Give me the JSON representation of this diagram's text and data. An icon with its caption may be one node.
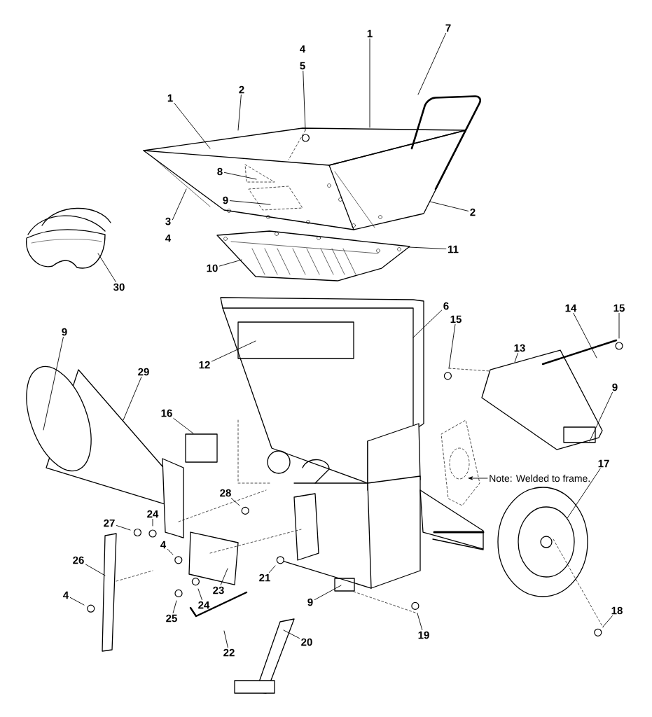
{
  "diagram": {
    "nodes": [
      {
        "text": [
          "1"
        ]
      },
      {
        "text": [
          "2"
        ]
      },
      {
        "text": [
          "4",
          "5"
        ]
      },
      {
        "text": [
          "1"
        ]
      },
      {
        "text": [
          "7"
        ]
      },
      {
        "text": [
          "8"
        ]
      },
      {
        "text": [
          "9"
        ]
      },
      {
        "text": [
          "3",
          "4"
        ]
      },
      {
        "text": [
          "2"
        ]
      },
      {
        "text": [
          "11"
        ]
      },
      {
        "text": [
          "10"
        ]
      },
      {
        "text": [
          "30"
        ]
      },
      {
        "text": [
          "6"
        ]
      },
      {
        "text": [
          "9"
        ]
      },
      {
        "text": [
          "29"
        ]
      },
      {
        "text": [
          "12"
        ]
      },
      {
        "text": [
          "15"
        ]
      },
      {
        "text": [
          "13"
        ]
      },
      {
        "text": [
          "14"
        ]
      },
      {
        "text": [
          "15"
        ]
      },
      {
        "text": [
          "9"
        ]
      },
      {
        "text": [
          "16"
        ]
      },
      {
        "text": [
          "Note: Welded to frame."
        ]
      },
      {
        "text": [
          "17"
        ]
      },
      {
        "text": [
          "28"
        ]
      },
      {
        "text": [
          "24"
        ]
      },
      {
        "text": [
          "27"
        ]
      },
      {
        "text": [
          "4"
        ]
      },
      {
        "text": [
          "26"
        ]
      },
      {
        "text": [
          "21"
        ]
      },
      {
        "text": [
          "23"
        ]
      },
      {
        "text": [
          "24"
        ]
      },
      {
        "text": [
          "4"
        ]
      },
      {
        "text": [
          "18"
        ]
      },
      {
        "text": [
          "25"
        ]
      },
      {
        "text": [
          "9"
        ]
      },
      {
        "text": [
          "19"
        ]
      },
      {
        "text": [
          "22"
        ]
      },
      {
        "text": [
          "20"
        ]
      }
    ],
    "edges": [
      {
        "from": 0,
        "to": null,
        "arrow": "none"
      },
      {
        "from": 1,
        "to": null,
        "arrow": "none"
      },
      {
        "from": 2,
        "to": null,
        "arrow": "none"
      },
      {
        "from": 3,
        "to": null,
        "arrow": "none"
      },
      {
        "from": 4,
        "to": null,
        "arrow": "none"
      },
      {
        "from": 5,
        "to": null,
        "arrow": "none"
      },
      {
        "from": 6,
        "to": null,
        "arrow": "none"
      },
      {
        "from": 7,
        "to": null,
        "arrow": "none"
      },
      {
        "from": 8,
        "to": null,
        "arrow": "none"
      },
      {
        "from": 9,
        "to": null,
        "arrow": "none"
      },
      {
        "from": 10,
        "to": null,
        "arrow": "none"
      },
      {
        "from": 11,
        "to": null,
        "arrow": "none"
      },
      {
        "from": 12,
        "to": null,
        "arrow": "none"
      },
      {
        "from": 13,
        "to": null,
        "arrow": "none"
      },
      {
        "from": 14,
        "to": null,
        "arrow": "none"
      },
      {
        "from": 15,
        "to": null,
        "arrow": "none"
      },
      {
        "from": 16,
        "to": null,
        "arrow": "none"
      },
      {
        "from": 17,
        "to": null,
        "arrow": "none"
      },
      {
        "from": 18,
        "to": null,
        "arrow": "none"
      },
      {
        "from": 19,
        "to": null,
        "arrow": "none"
      },
      {
        "from": 20,
        "to": null,
        "arrow": "none"
      },
      {
        "from": 21,
        "to": null,
        "arrow": "none"
      },
      {
        "from": 22,
        "to": null,
        "arrow": "to"
      },
      {
        "from": 23,
        "to": null,
        "arrow": "none"
      },
      {
        "from": 24,
        "to": null,
        "arrow": "none"
      },
      {
        "from": 25,
        "to": null,
        "arrow": "none"
      },
      {
        "from": 26,
        "to": null,
        "arrow": "none"
      },
      {
        "from": 27,
        "to": null,
        "arrow": "none"
      },
      {
        "from": 28,
        "to": null,
        "arrow": "none"
      },
      {
        "from": 29,
        "to": null,
        "arrow": "none"
      },
      {
        "from": 30,
        "to": null,
        "arrow": "none"
      },
      {
        "from": 31,
        "to": null,
        "arrow": "none"
      },
      {
        "from": 32,
        "to": null,
        "arrow": "none"
      },
      {
        "from": 33,
        "to": null,
        "arrow": "none"
      },
      {
        "from": 34,
        "to": null,
        "arrow": "none"
      },
      {
        "from": 35,
        "to": null,
        "arrow": "none"
      },
      {
        "from": 36,
        "to": null,
        "arrow": "none"
      },
      {
        "from": 37,
        "to": null,
        "arrow": "none"
      },
      {
        "from": 38,
        "to": null,
        "arrow": "none"
      }
    ]
  }
}
